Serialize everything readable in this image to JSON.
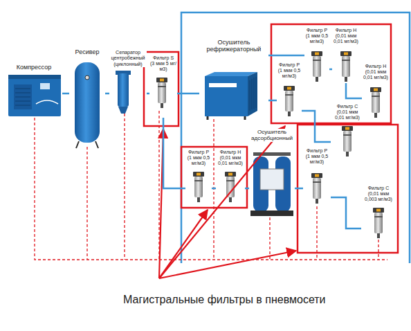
{
  "diagram": {
    "caption": "Магистральные фильтры в пневмосети",
    "nodes": [
      {
        "text": [
          "Компрессор"
        ]
      },
      {
        "text": [
          "Ресивер"
        ]
      },
      {
        "text": [
          "Сепаратор центробежный (циклонный)"
        ]
      },
      {
        "text": [
          "Фильтр S",
          "(3 мкм 5 мг/м3)"
        ]
      },
      {
        "text": [
          "Осушитель рефрижераторный"
        ]
      },
      {
        "text": [
          "Фильтр Р",
          "(1 мкм 0,5 мг/м3)"
        ]
      },
      {
        "text": [
          "Фильтр Н",
          "(0,01 мкм 0,01 мг/м3)"
        ]
      },
      {
        "text": [
          "Фильтр Р",
          "(1 мкм 0,5 мг/м3)"
        ]
      },
      {
        "text": [
          "Фильтр Н",
          "(0,01 мкм 0,01 мг/м3)"
        ]
      },
      {
        "text": [
          "Фильтр С",
          "(0,01 мкм 0,01 мг/м3)"
        ]
      },
      {
        "text": [
          "Осушитель адсорбционный"
        ]
      },
      {
        "text": [
          "Фильтр Р",
          "(1 мкм 0,5 мг/м3)"
        ]
      },
      {
        "text": [
          "Фильтр Н",
          "(0,01 мкм 0,01 мг/м3)"
        ]
      },
      {
        "text": [
          "Фильтр Р",
          "(1 мкм 0,5 мг/м3)"
        ]
      },
      {
        "text": [
          "Фильтр С",
          "(0,01 мкм 0,003 мг/м3)"
        ]
      }
    ],
    "edges": [
      {
        "from": 0,
        "to": 1,
        "arrow": "none"
      },
      {
        "from": 1,
        "to": 2,
        "arrow": "none"
      },
      {
        "from": 2,
        "to": 3,
        "arrow": "none"
      },
      {
        "from": 3,
        "to": 4,
        "arrow": "none"
      },
      {
        "from": 4,
        "to": 7,
        "arrow": "none"
      },
      {
        "from": 4,
        "to": 5,
        "arrow": "none"
      },
      {
        "from": 5,
        "to": 6,
        "arrow": "none"
      },
      {
        "from": 6,
        "to": 8,
        "arrow": "none"
      },
      {
        "from": 7,
        "to": 9,
        "arrow": "none"
      },
      {
        "from": 3,
        "to": 11,
        "arrow": "none"
      },
      {
        "from": 11,
        "to": 12,
        "arrow": "none"
      },
      {
        "from": 12,
        "to": 10,
        "arrow": "none"
      },
      {
        "from": 10,
        "to": 13,
        "arrow": "none"
      },
      {
        "from": 13,
        "to": 14,
        "arrow": "none"
      }
    ]
  }
}
